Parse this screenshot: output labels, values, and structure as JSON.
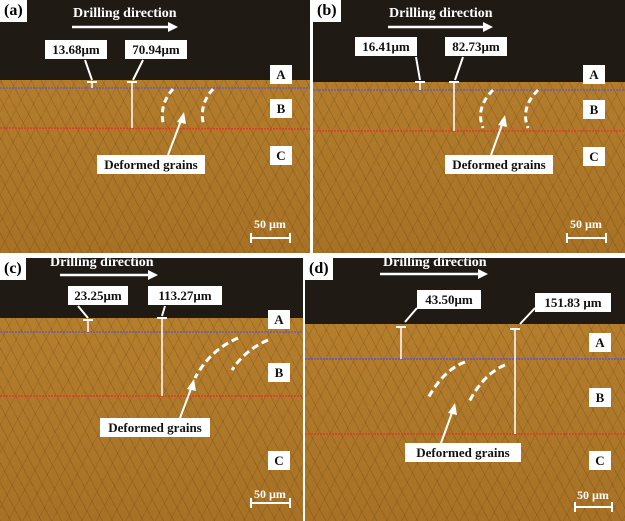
{
  "panels": [
    {
      "label": "(a)",
      "direction": "Drilling direction",
      "depth_A": "13.68μm",
      "depth_B": "70.94μm",
      "feature": "Deformed grains",
      "zones": [
        "A",
        "B",
        "C"
      ],
      "scale": "50 µm"
    },
    {
      "label": "(b)",
      "direction": "Drilling direction",
      "depth_A": "16.41μm",
      "depth_B": "82.73μm",
      "feature": "Deformed grains",
      "zones": [
        "A",
        "B",
        "C"
      ],
      "scale": "50 µm"
    },
    {
      "label": "(c)",
      "direction": "Drilling direction",
      "depth_A": "23.25μm",
      "depth_B": "113.27μm",
      "feature": "Deformed grains",
      "zones": [
        "A",
        "B",
        "C"
      ],
      "scale": "50 µm"
    },
    {
      "label": "(d)",
      "direction": "Drilling direction",
      "depth_A": "43.50μm",
      "depth_B": "151.83 μm",
      "feature": "Deformed grains",
      "zones": [
        "A",
        "B",
        "C"
      ],
      "scale": "50 µm"
    }
  ],
  "colors": {
    "zone_A_line": "#6a5fb0",
    "zone_B_line": "#e03a2a"
  }
}
